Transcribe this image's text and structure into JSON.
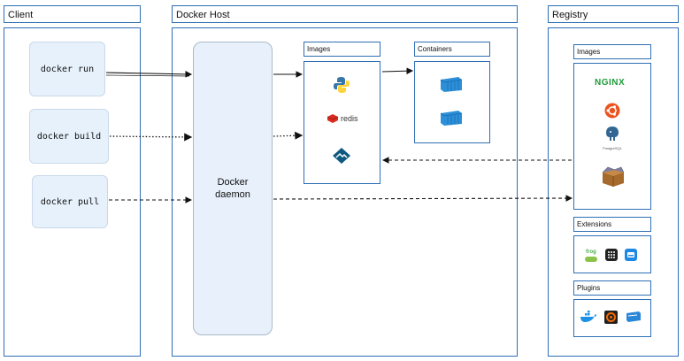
{
  "sections": {
    "client": "Client",
    "host": "Docker Host",
    "registry": "Registry"
  },
  "commands": {
    "run": "docker run",
    "build": "docker build",
    "pull": "docker pull"
  },
  "daemon": {
    "line1": "Docker",
    "line2": "daemon"
  },
  "host_panels": {
    "images": "Images",
    "containers": "Containers"
  },
  "registry_panels": {
    "images": "Images",
    "extensions": "Extensions",
    "plugins": "Plugins"
  },
  "logos": {
    "nginx": "NGINX",
    "redis": "redis",
    "postgres": "PostgreSQL",
    "grafana_frog": "frog"
  },
  "colors": {
    "accent": "#2f6fb5",
    "command_fill": "#e6f1fb",
    "daemon_fill": "#e8f1fb"
  }
}
